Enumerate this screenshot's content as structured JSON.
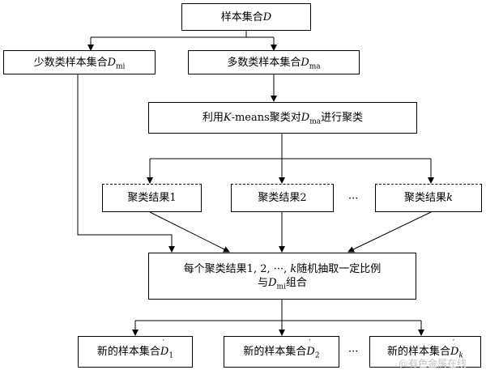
{
  "boxes": {
    "dataset": {
      "prefix": "样本集合",
      "var": "D"
    },
    "minority": {
      "prefix": "少数类样本集合",
      "var": "D",
      "sub": "mi"
    },
    "majority": {
      "prefix": "多数类样本集合",
      "var": "D",
      "sub": "ma"
    },
    "kmeans": {
      "prefix": "利用",
      "method": "K",
      "method_rest": "-means",
      "mid": "聚类对",
      "var": "D",
      "sub": "ma",
      "suffix": "进行聚类"
    },
    "cluster1": {
      "label": "聚类结果1"
    },
    "cluster2": {
      "label": "聚类结果2"
    },
    "clusterk": {
      "prefix": "聚类结果",
      "var": "k"
    },
    "combine": {
      "line1_prefix": "每个聚类结果1, 2, ···, ",
      "line1_var": "k",
      "line1_suffix": "随机抽取一定比例",
      "line2_prefix": "与",
      "line2_var": "D",
      "line2_sub": "mi",
      "line2_suffix": "组合"
    },
    "new1": {
      "prefix": "新的样本集合",
      "var": "D",
      "sub": "1",
      "mark": "′"
    },
    "new2": {
      "prefix": "新的样本集合",
      "var": "D",
      "sub": "2",
      "mark": "′"
    },
    "newk": {
      "prefix": "新的样本集合",
      "var": "D",
      "sub": "k",
      "mark": "′"
    }
  },
  "ellipsis": "···",
  "watermark": "@有色金属在线"
}
